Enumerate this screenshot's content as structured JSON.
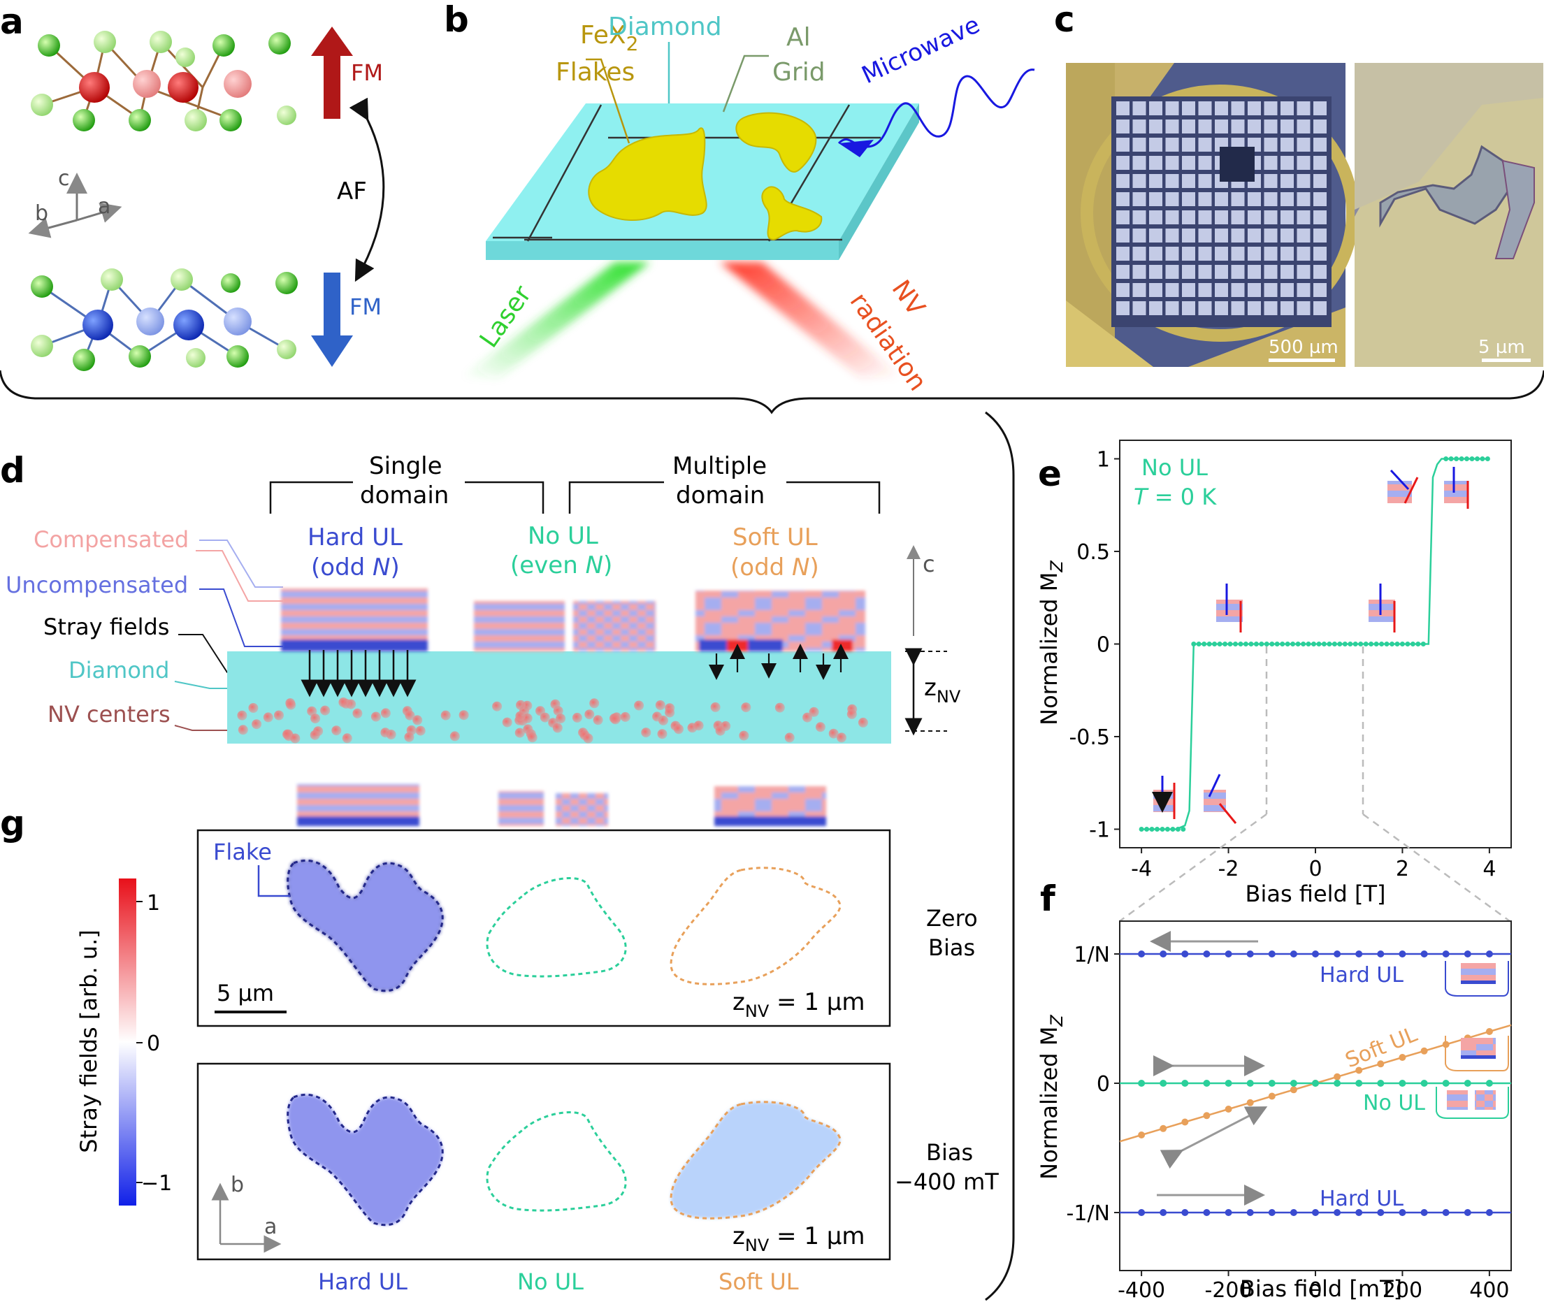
{
  "panels": {
    "a": {
      "label": "a",
      "fm_top": "FM",
      "fm_bottom": "FM",
      "af": "AF",
      "axes": {
        "c": "c",
        "b": "b",
        "a": "a"
      }
    },
    "b": {
      "label": "b",
      "fex2": "FeX",
      "fex2_sub": "2",
      "flakes": "Flakes",
      "diamond": "Diamond",
      "al": "Al",
      "grid": "Grid",
      "microwave": "Microwave",
      "laser": "Laser",
      "nv": "NV",
      "radiation": "radiation"
    },
    "c": {
      "label": "c",
      "scale_left": "500 µm",
      "scale_right": "5 µm"
    },
    "d": {
      "label": "d",
      "single_domain_1": "Single",
      "single_domain_2": "domain",
      "multiple_domain_1": "Multiple",
      "multiple_domain_2": "domain",
      "hard_ul": "Hard UL",
      "hard_ul_sub_1": "(odd ",
      "hard_ul_sub_n": "N",
      "hard_ul_sub_2": ")",
      "no_ul": "No UL",
      "no_ul_sub_1": "(even ",
      "no_ul_sub_n": "N",
      "no_ul_sub_2": ")",
      "soft_ul": "Soft UL",
      "soft_ul_sub_1": "(odd ",
      "soft_ul_sub_n": "N",
      "soft_ul_sub_2": ")",
      "compensated": "Compensated",
      "uncompensated": "Uncompensated",
      "stray_fields": "Stray fields",
      "diamond": "Diamond",
      "nv_centers": "NV centers",
      "c_axis": "c",
      "znv": "z",
      "znv_sub": "NV"
    },
    "e": {
      "label": "e",
      "legend_1": "No UL",
      "legend_2_italic": "T",
      "legend_2_rest": " = 0 K",
      "ylabel": "Normalized M",
      "ylabel_sub": "Z",
      "xlabel": "Bias field [T]",
      "yticks": [
        "1",
        "0.5",
        "0",
        "-0.5",
        "-1"
      ],
      "xticks": [
        "-4",
        "-2",
        "0",
        "2",
        "4"
      ]
    },
    "f": {
      "label": "f",
      "ylabel": "Normalized M",
      "ylabel_sub": "Z",
      "xlabel": "Bias field [mT]",
      "yticks": [
        "1/N",
        "0",
        "-1/N"
      ],
      "xticks": [
        "-400",
        "-200",
        "0",
        "200",
        "400"
      ],
      "hard_ul_top": "Hard UL",
      "soft_ul": "Soft UL",
      "no_ul": "No UL",
      "hard_ul_bottom": "Hard UL"
    },
    "g": {
      "label": "g",
      "flake": "Flake",
      "scale": "5 µm",
      "znv_1": "z",
      "znv_1_sub": "NV",
      "znv_1_val": " = 1 µm",
      "znv_2": "z",
      "znv_2_sub": "NV",
      "znv_2_val": " = 1 µm",
      "zero_bias_1": "Zero",
      "zero_bias_2": "Bias",
      "bias_1": "Bias",
      "bias_2": "−400 mT",
      "colorbar_label": "Stray fields [arb. u.]",
      "colorbar_ticks": [
        "1",
        "0",
        "−1"
      ],
      "axis_b": "b",
      "axis_a": "a",
      "col_hard": "Hard UL",
      "col_no": "No UL",
      "col_soft": "Soft UL"
    }
  },
  "colors": {
    "hard": "#3a4bd0",
    "noul": "#2bcf9a",
    "soft": "#e8a05a",
    "fm_red": "#b01818",
    "fm_blue": "#2f62c8",
    "diamond": "#7fe3e6",
    "flake": "#e6dc00"
  },
  "chart_data": [
    {
      "type": "line",
      "panel": "e",
      "title": "",
      "xlabel": "Bias field [T]",
      "ylabel": "Normalized MZ",
      "xlim": [
        -4.5,
        4.5
      ],
      "ylim": [
        -1.1,
        1.1
      ],
      "series": [
        {
          "name": "No UL",
          "x": [
            -4,
            -3.8,
            -3.6,
            -3.4,
            -3.2,
            -3.0,
            -2.9,
            -2.8,
            -2.7,
            -2.6,
            -2.4,
            -2.0,
            -1.5,
            -1.0,
            -0.5,
            0,
            0.5,
            1.0,
            1.5,
            2.0,
            2.4,
            2.6,
            2.7,
            2.8,
            2.9,
            3.0,
            3.2,
            3.4,
            3.6,
            3.8,
            4
          ],
          "y": [
            -1,
            -1,
            -1,
            -1,
            -1,
            -0.98,
            -0.9,
            0,
            0,
            0,
            0,
            0,
            0,
            0,
            0,
            0,
            0,
            0,
            0,
            0,
            0,
            0,
            0.9,
            0.97,
            1,
            1,
            1,
            1,
            1,
            1,
            1
          ]
        }
      ]
    },
    {
      "type": "line",
      "panel": "f",
      "title": "",
      "xlabel": "Bias field [mT]",
      "ylabel": "Normalized MZ",
      "xlim": [
        -450,
        450
      ],
      "series": [
        {
          "name": "Hard UL",
          "x": [
            -450,
            -400,
            -350,
            -300,
            -250,
            -200,
            -150,
            -100,
            -50,
            0,
            50,
            100,
            150,
            200,
            250,
            300,
            350,
            400,
            450
          ],
          "y": [
            1,
            1,
            1,
            1,
            1,
            1,
            1,
            1,
            1,
            1,
            1,
            1,
            1,
            1,
            1,
            1,
            1,
            1,
            1
          ],
          "units": "1/N"
        },
        {
          "name": "Soft UL",
          "x": [
            -450,
            -400,
            -350,
            -300,
            -250,
            -200,
            -150,
            -100,
            -50,
            0,
            50,
            100,
            150,
            200,
            250,
            300,
            350,
            400,
            450
          ],
          "y": [
            -0.45,
            -0.4,
            -0.35,
            -0.3,
            -0.25,
            -0.2,
            -0.15,
            -0.1,
            -0.05,
            0,
            0.05,
            0.1,
            0.15,
            0.2,
            0.25,
            0.3,
            0.35,
            0.4,
            0.45
          ],
          "units": "1/N"
        },
        {
          "name": "No UL",
          "x": [
            -450,
            -400,
            -350,
            -300,
            -250,
            -200,
            -150,
            -100,
            -50,
            0,
            50,
            100,
            150,
            200,
            250,
            300,
            350,
            400,
            450
          ],
          "y": [
            0,
            0,
            0,
            0,
            0,
            0,
            0,
            0,
            0,
            0,
            0,
            0,
            0,
            0,
            0,
            0,
            0,
            0,
            0
          ],
          "units": "1/N"
        },
        {
          "name": "Hard UL",
          "x": [
            -450,
            -400,
            -350,
            -300,
            -250,
            -200,
            -150,
            -100,
            -50,
            0,
            50,
            100,
            150,
            200,
            250,
            300,
            350,
            400,
            450
          ],
          "y": [
            -1,
            -1,
            -1,
            -1,
            -1,
            -1,
            -1,
            -1,
            -1,
            -1,
            -1,
            -1,
            -1,
            -1,
            -1,
            -1,
            -1,
            -1,
            -1
          ],
          "units": "1/N"
        }
      ]
    }
  ]
}
